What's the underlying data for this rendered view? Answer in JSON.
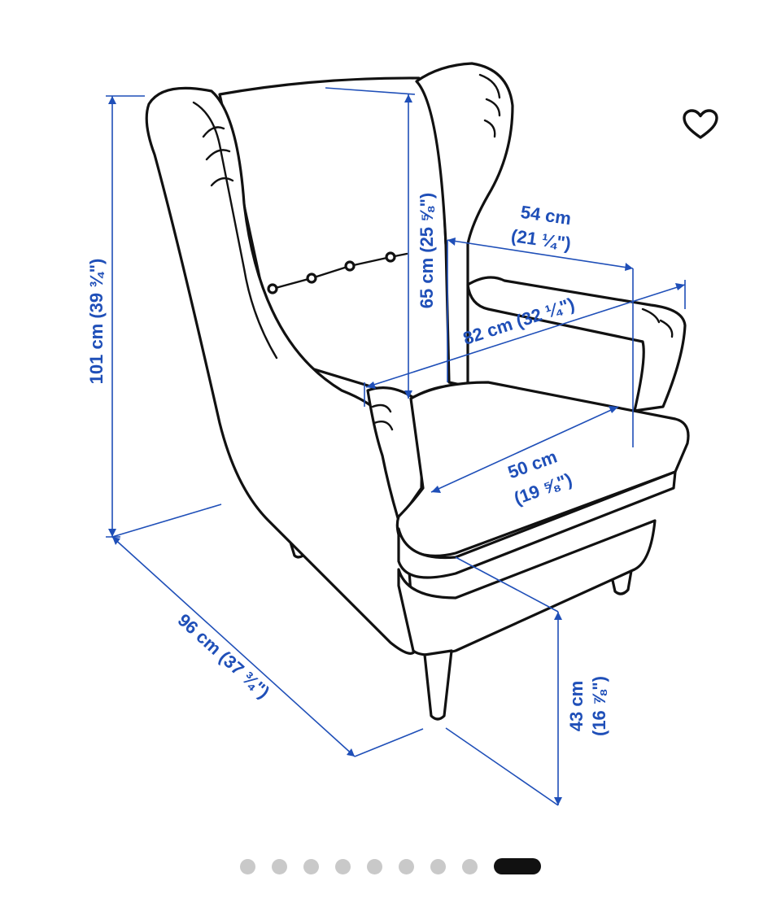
{
  "dimensions": {
    "height_total": "101 cm (39 ¾\")",
    "back_height": "65 cm (25 ⅝\")",
    "seat_width": "54 cm",
    "seat_width_in": "(21 ¼\")",
    "width_total": "82 cm (32 ¼\")",
    "seat_depth": "50 cm",
    "seat_depth_in": "(19 ⅝\")",
    "depth_total": "96 cm (37 ¾\")",
    "seat_height": "43 cm",
    "seat_height_in": "(16 ⅞\")"
  },
  "favorite": {
    "icon": "heart-icon"
  },
  "carousel": {
    "total": 9,
    "active_index": 8
  },
  "colors": {
    "dimension_blue": "#1f4fb8",
    "outline": "#111111",
    "dot_inactive": "#c9c9c9",
    "dot_active": "#111111"
  }
}
